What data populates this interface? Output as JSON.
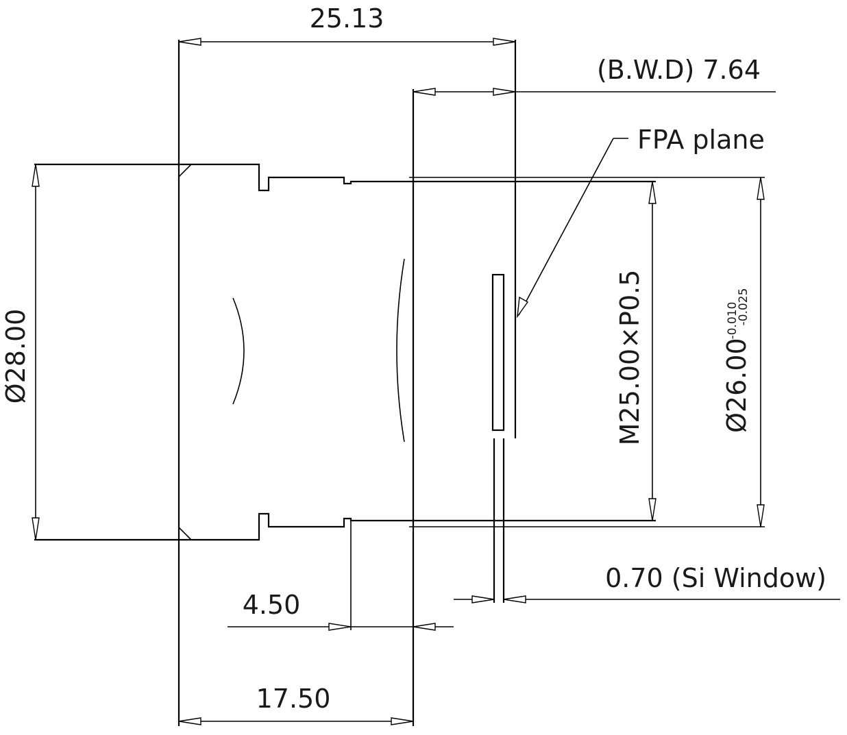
{
  "drawing": {
    "dim_overall_length": "25.13",
    "dim_bwd": "(B.W.D) 7.64",
    "fpa_label": "FPA plane",
    "dim_outer_diameter": "Ø28.00",
    "thread_spec": "M25.00×P0.5",
    "dim_pilot_diameter": "Ø26.00",
    "tol_upper": "-0.010",
    "tol_lower": "-0.025",
    "dim_window": "0.70 (Si Window)",
    "dim_4_50": "4.50",
    "dim_17_50": "17.50"
  },
  "colors": {
    "line": "#000000",
    "text": "#1a1a1a",
    "background": "#ffffff"
  }
}
